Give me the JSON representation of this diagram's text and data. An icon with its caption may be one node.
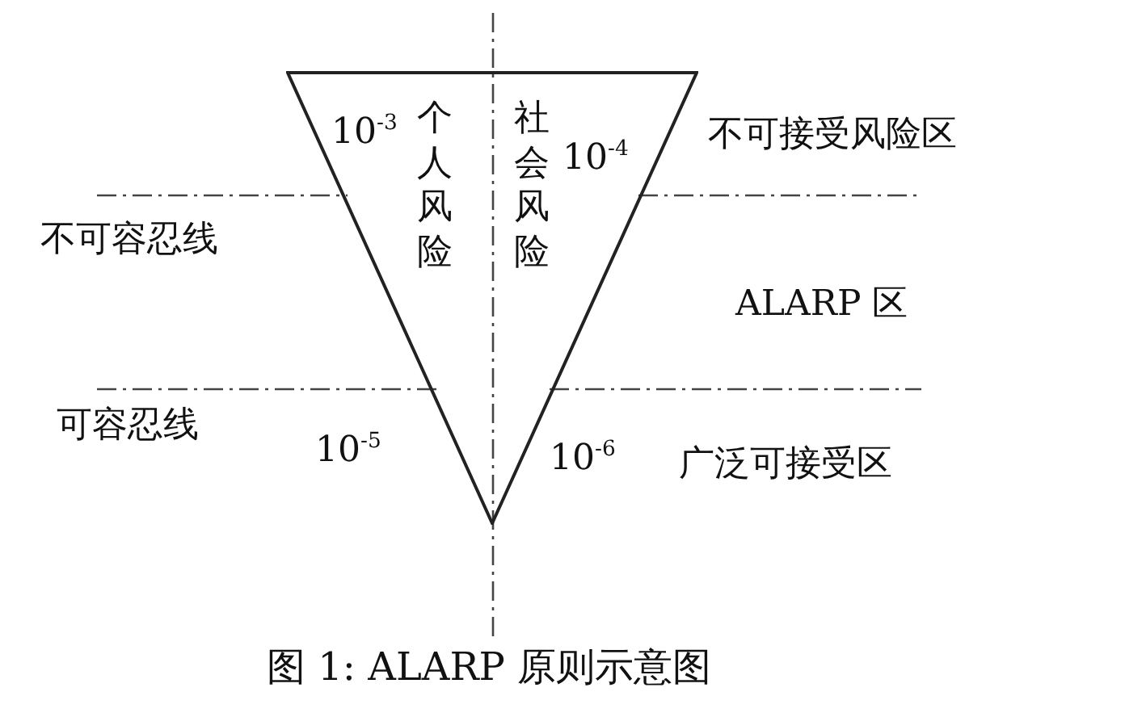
{
  "diagram": {
    "caption": "图 1: ALARP 原则示意图",
    "nodes": [
      {
        "text": [
          "10$^{-3}$",
          "个人风险",
          "社会风险",
          "10$^{-4}$"
        ]
      }
    ],
    "labels": [
      "不可接受风险区",
      "不可容忍线",
      "ALARP 区",
      "可容忍线",
      "10$^{-5}$",
      "10$^{-6}$",
      "广泛可接受区"
    ]
  }
}
